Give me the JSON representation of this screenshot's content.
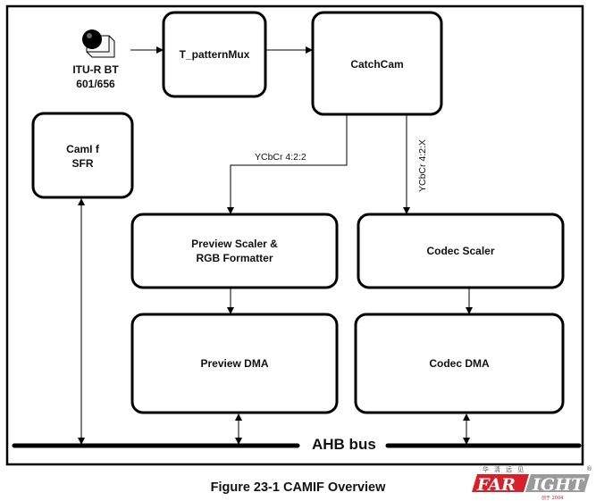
{
  "diagram": {
    "source": {
      "label_line1": "ITU-R BT",
      "label_line2": "601/656",
      "icon": "camera-icon"
    },
    "blocks": {
      "pattern_mux": "T_patternMux",
      "catch_cam": "CatchCam",
      "camif_sfr_line1": "CamI f",
      "camif_sfr_line2": "SFR",
      "preview_scaler_line1": "Preview Scaler &",
      "preview_scaler_line2": "RGB Formatter",
      "codec_scaler": "Codec Scaler",
      "preview_dma": "Preview DMA",
      "codec_dma": "Codec DMA"
    },
    "signals": {
      "preview_path": "YCbCr 4:2:2",
      "codec_path": "YCbCr 4:2:X"
    },
    "bus": {
      "label": "AHB bus"
    }
  },
  "caption": "Figure 23-1 CAMIF Overview",
  "logo": {
    "text_left": "FAR",
    "text_right": "IGHT",
    "chinese": "华 清 远 见",
    "small_text": "创于 2004",
    "registered": "®",
    "colors": {
      "red": "#d8202a",
      "gray": "#9a9a9a"
    }
  }
}
